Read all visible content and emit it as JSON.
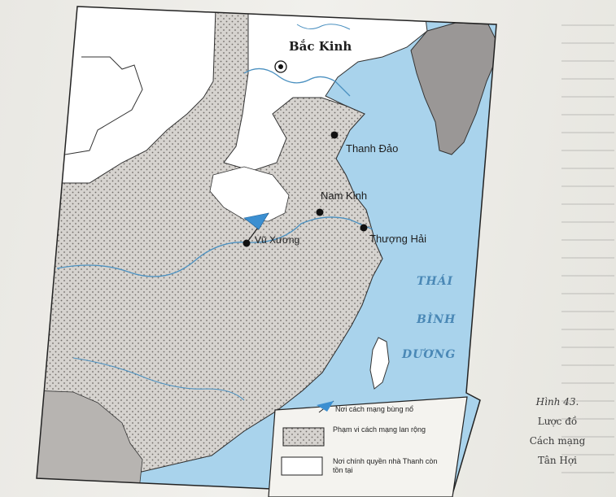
{
  "map": {
    "capital": "Bắc Kinh",
    "cities": {
      "thanh_dao": "Thanh Đảo",
      "nam_kinh": "Nam Kinh",
      "thuong_hai": "Thượng Hải",
      "vu_xuong": "Vũ Xương"
    },
    "ocean": [
      "THÁI",
      "BÌNH",
      "DƯƠNG"
    ],
    "colors": {
      "water": "#a9d3ec",
      "land_revolution": "#cdcac6",
      "land_qing": "#ffffff",
      "land_other": "#9a9796",
      "flag": "#3b8fd1"
    }
  },
  "legend": {
    "uprising": "Nơi cách mạng bùng nổ",
    "revolution_range": "Phạm vi cách mạng lan rộng",
    "qing_remaining": "Nơi chính quyền nhà Thanh còn tồn tại"
  },
  "caption": {
    "figure": "Hình 43.",
    "line1": "Lược đồ",
    "line2": "Cách mạng",
    "line3": "Tân Hợi"
  }
}
